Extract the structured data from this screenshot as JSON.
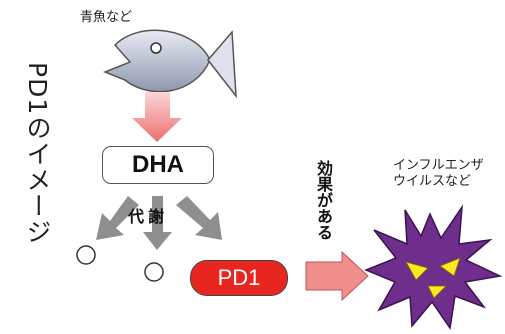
{
  "title": "PD1のイメージ",
  "fish": {
    "label": "青魚など"
  },
  "dha": {
    "label": "DHA"
  },
  "metabolism": {
    "label": "代謝"
  },
  "pd1": {
    "label": "PD1"
  },
  "effect": {
    "label": "効果がある"
  },
  "virus": {
    "label_line1": "インフルエンザ",
    "label_line2": "ウイルスなど"
  },
  "colors": {
    "fish_body": "#9fa7bd",
    "pd1_fill": "#e8251f",
    "arrow_pink": "#f08d8d",
    "arrow_gray": "#8f8f8f",
    "virus_fill": "#6f2d8c",
    "virus_eyes": "#f6ea22"
  }
}
